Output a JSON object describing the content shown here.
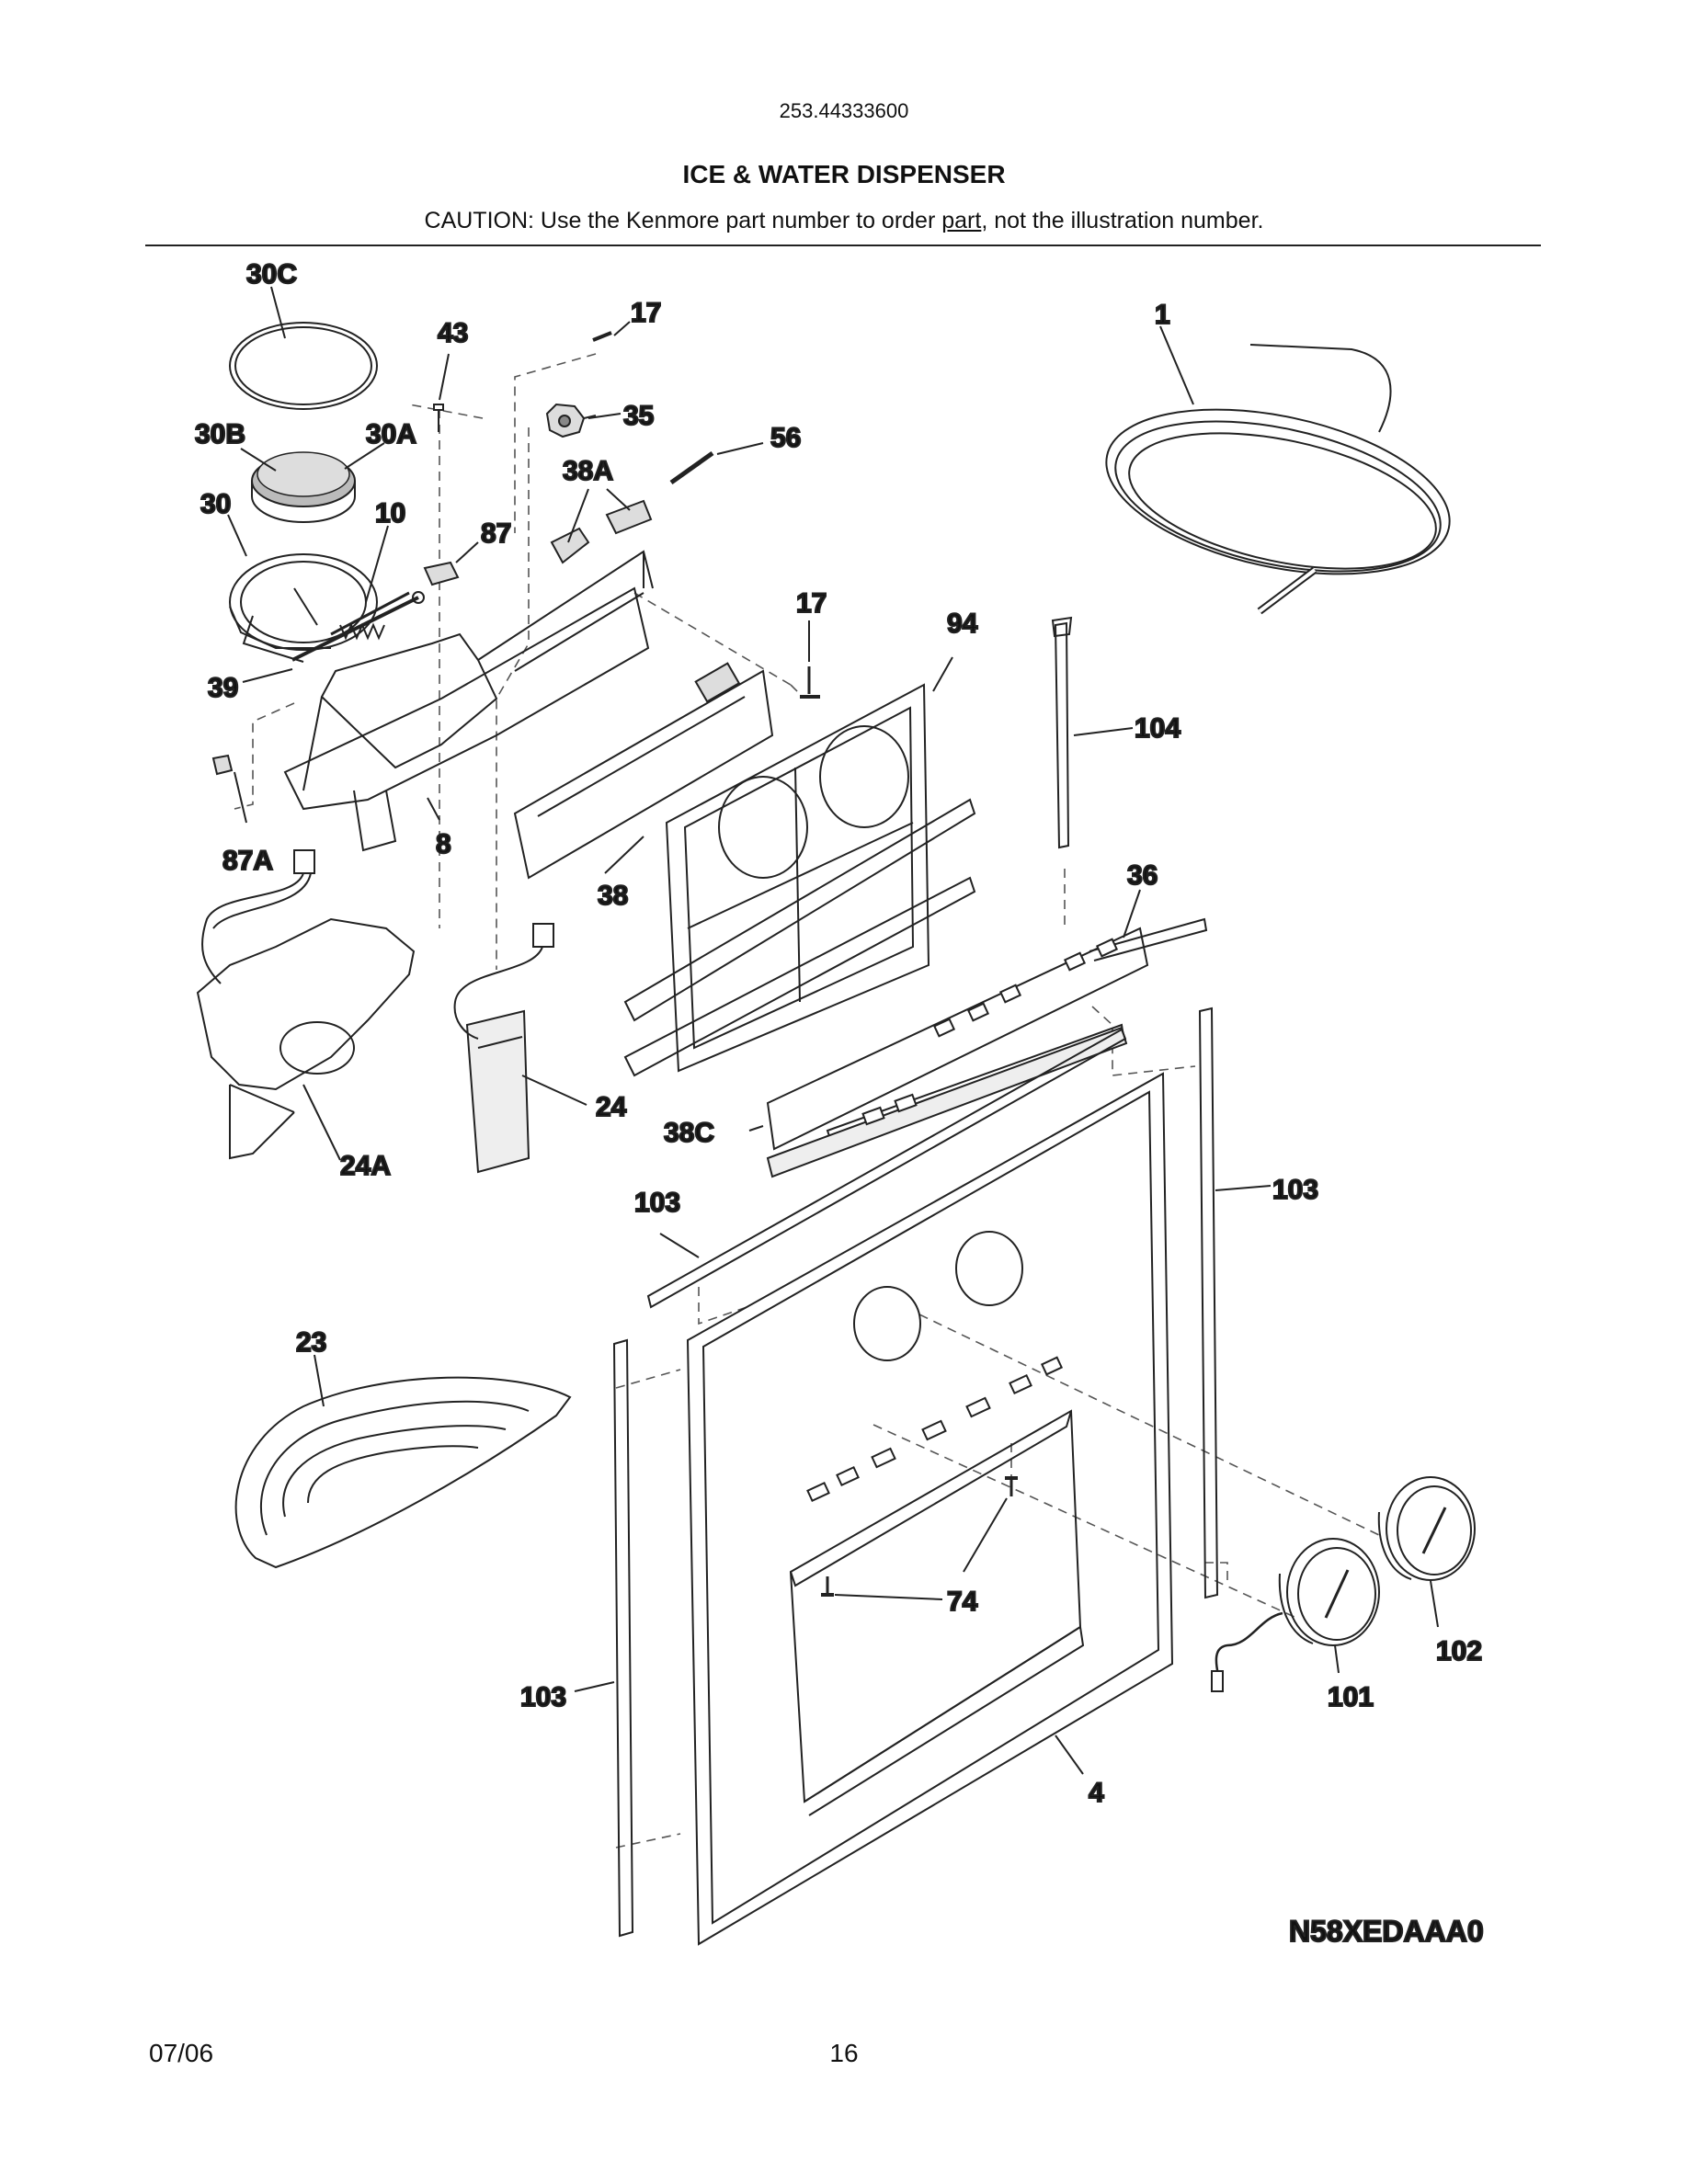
{
  "header": {
    "model_number": "253.44333600",
    "title": "ICE & WATER DISPENSER",
    "caution_before": "CAUTION: Use the Kenmore part number to order ",
    "caution_underlined": "part",
    "caution_after": ", not the illustration number."
  },
  "diagram": {
    "code": "N58XEDAAA0",
    "callouts": {
      "p30C": "30C",
      "p43": "43",
      "p17a": "17",
      "p1": "1",
      "p35": "35",
      "p30B": "30B",
      "p30A": "30A",
      "p56": "56",
      "p38A": "38A",
      "p30": "30",
      "p10": "10",
      "p87": "87",
      "p17b": "17",
      "p94": "94",
      "p39": "39",
      "p104": "104",
      "p87A": "87A",
      "p8": "8",
      "p38": "38",
      "p36": "36",
      "p24": "24",
      "p38C": "38C",
      "p24A": "24A",
      "p103a": "103",
      "p103b": "103",
      "p23": "23",
      "p74": "74",
      "p102": "102",
      "p103c": "103",
      "p101": "101",
      "p4": "4"
    }
  },
  "footer": {
    "date": "07/06",
    "page": "16"
  }
}
